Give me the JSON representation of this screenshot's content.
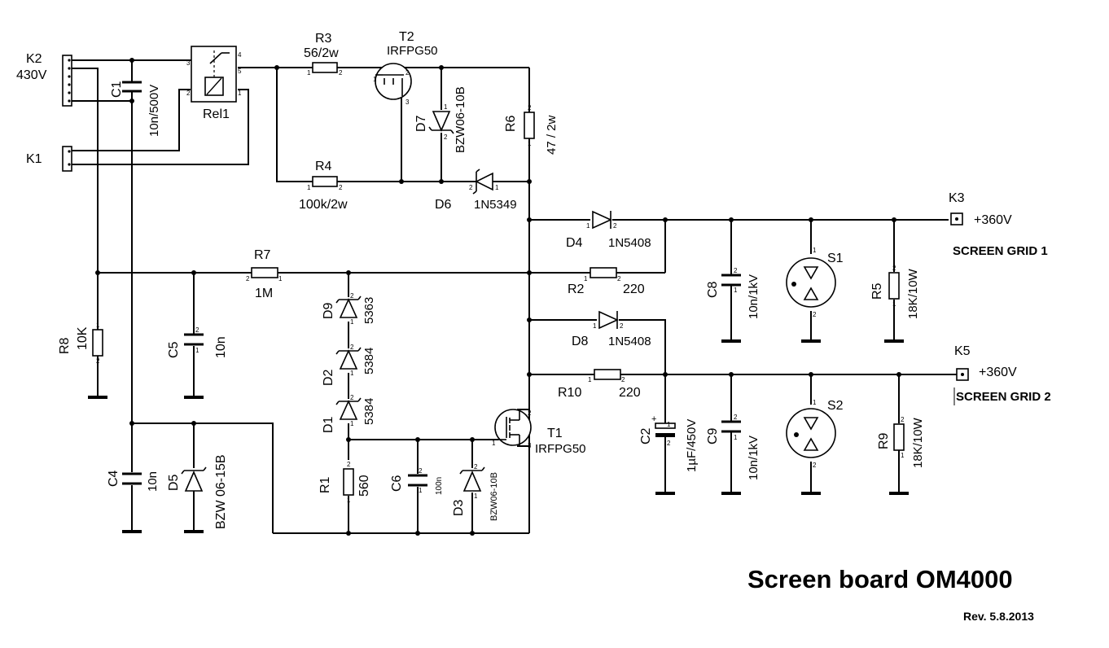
{
  "title": "Screen board OM4000",
  "revision": "Rev. 5.8.2013",
  "connectors": {
    "K1": {
      "ref": "K1"
    },
    "K2": {
      "ref": "K2",
      "value": "430V"
    },
    "K3": {
      "ref": "K3",
      "value": "+360V",
      "desc": "SCREEN GRID 1"
    },
    "K5": {
      "ref": "K5",
      "value": "+360V",
      "desc": "SCREEN GRID 2"
    }
  },
  "components": {
    "C1": {
      "ref": "C1",
      "value": "10n/500V"
    },
    "Rel1": {
      "ref": "Rel1"
    },
    "R3": {
      "ref": "R3",
      "value": "56/2w"
    },
    "T2": {
      "ref": "T2",
      "value": "IRFPG50"
    },
    "D7": {
      "ref": "D7",
      "value": "BZW06-10B"
    },
    "R6": {
      "ref": "R6",
      "value": "47 / 2w"
    },
    "R4": {
      "ref": "R4",
      "value": "100k/2w"
    },
    "D6": {
      "ref": "D6",
      "value": "1N5349"
    },
    "D4": {
      "ref": "D4",
      "value": "1N5408"
    },
    "R7": {
      "ref": "R7",
      "value": "1M"
    },
    "R2": {
      "ref": "R2",
      "value": "220"
    },
    "C8": {
      "ref": "C8",
      "value": "10n/1kV"
    },
    "S1": {
      "ref": "S1"
    },
    "R5": {
      "ref": "R5",
      "value": "18K/10W"
    },
    "D9": {
      "ref": "D9",
      "value": "5363"
    },
    "D8": {
      "ref": "D8",
      "value": "1N5408"
    },
    "R8": {
      "ref": "R8",
      "value": "10K"
    },
    "C5": {
      "ref": "C5",
      "value": "10n"
    },
    "D2": {
      "ref": "D2",
      "value": "5384"
    },
    "R10": {
      "ref": "R10",
      "value": "220"
    },
    "D1": {
      "ref": "D1",
      "value": "5384"
    },
    "T1": {
      "ref": "T1",
      "value": "IRFPG50"
    },
    "C2": {
      "ref": "C2",
      "value": "1µF/450V"
    },
    "C9": {
      "ref": "C9",
      "value": "10n/1kV"
    },
    "S2": {
      "ref": "S2"
    },
    "R9": {
      "ref": "R9",
      "value": "18K/10W"
    },
    "C4": {
      "ref": "C4",
      "value": "10n"
    },
    "D5": {
      "ref": "D5",
      "value": "BZW 06-15B"
    },
    "R1": {
      "ref": "R1",
      "value": "560"
    },
    "C6": {
      "ref": "C6",
      "value": "100n"
    },
    "D3": {
      "ref": "D3",
      "value": "BZW06-10B"
    }
  },
  "pins": {
    "p1": "1",
    "p2": "2",
    "p3": "3",
    "p4": "4",
    "p5": "5",
    "plus": "+"
  }
}
